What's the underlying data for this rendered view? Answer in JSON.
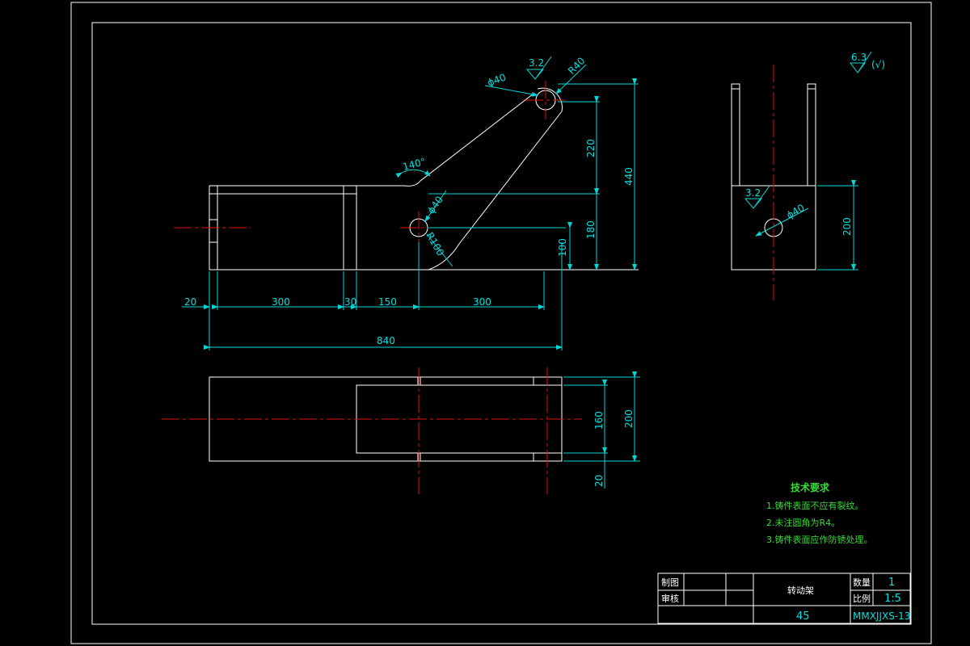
{
  "drawing": {
    "dimensions": {
      "d20_left": "20",
      "d300_left": "300",
      "d30": "30",
      "d150": "150",
      "d300_right": "300",
      "d840": "840",
      "d220": "220",
      "d440": "440",
      "d180": "180",
      "d100": "100",
      "d160": "160",
      "d200_top": "200",
      "d20_bottom": "20",
      "d200_side": "200",
      "angle140": "140°",
      "dia40_top": "ϕ40",
      "r40": "R40",
      "dia40_mid": "ϕ40",
      "r100": "R100",
      "dia40_side": "ϕ40"
    },
    "roughness": {
      "top_hole": "3.2",
      "side_hole": "3.2",
      "general": "6.3",
      "general_suffix": "(√)"
    },
    "notes": {
      "title": "技术要求",
      "items": [
        "1.铸件表面不应有裂纹。",
        "2.未注圆角为R4。",
        "3.铸件表面应作防锈处理。"
      ]
    },
    "title_block": {
      "drawn_label": "制图",
      "checked_label": "审核",
      "part_name": "转动架",
      "material": "45",
      "qty_label": "数量",
      "qty_value": "1",
      "scale_label": "比例",
      "scale_value": "1:5",
      "drawing_number": "MMXJJXS-13"
    }
  },
  "colors": {
    "outline": "#ffffff",
    "dimension": "#00d7d7",
    "centerline": "#e01010",
    "note_text": "#33dd33",
    "background": "#000000"
  }
}
